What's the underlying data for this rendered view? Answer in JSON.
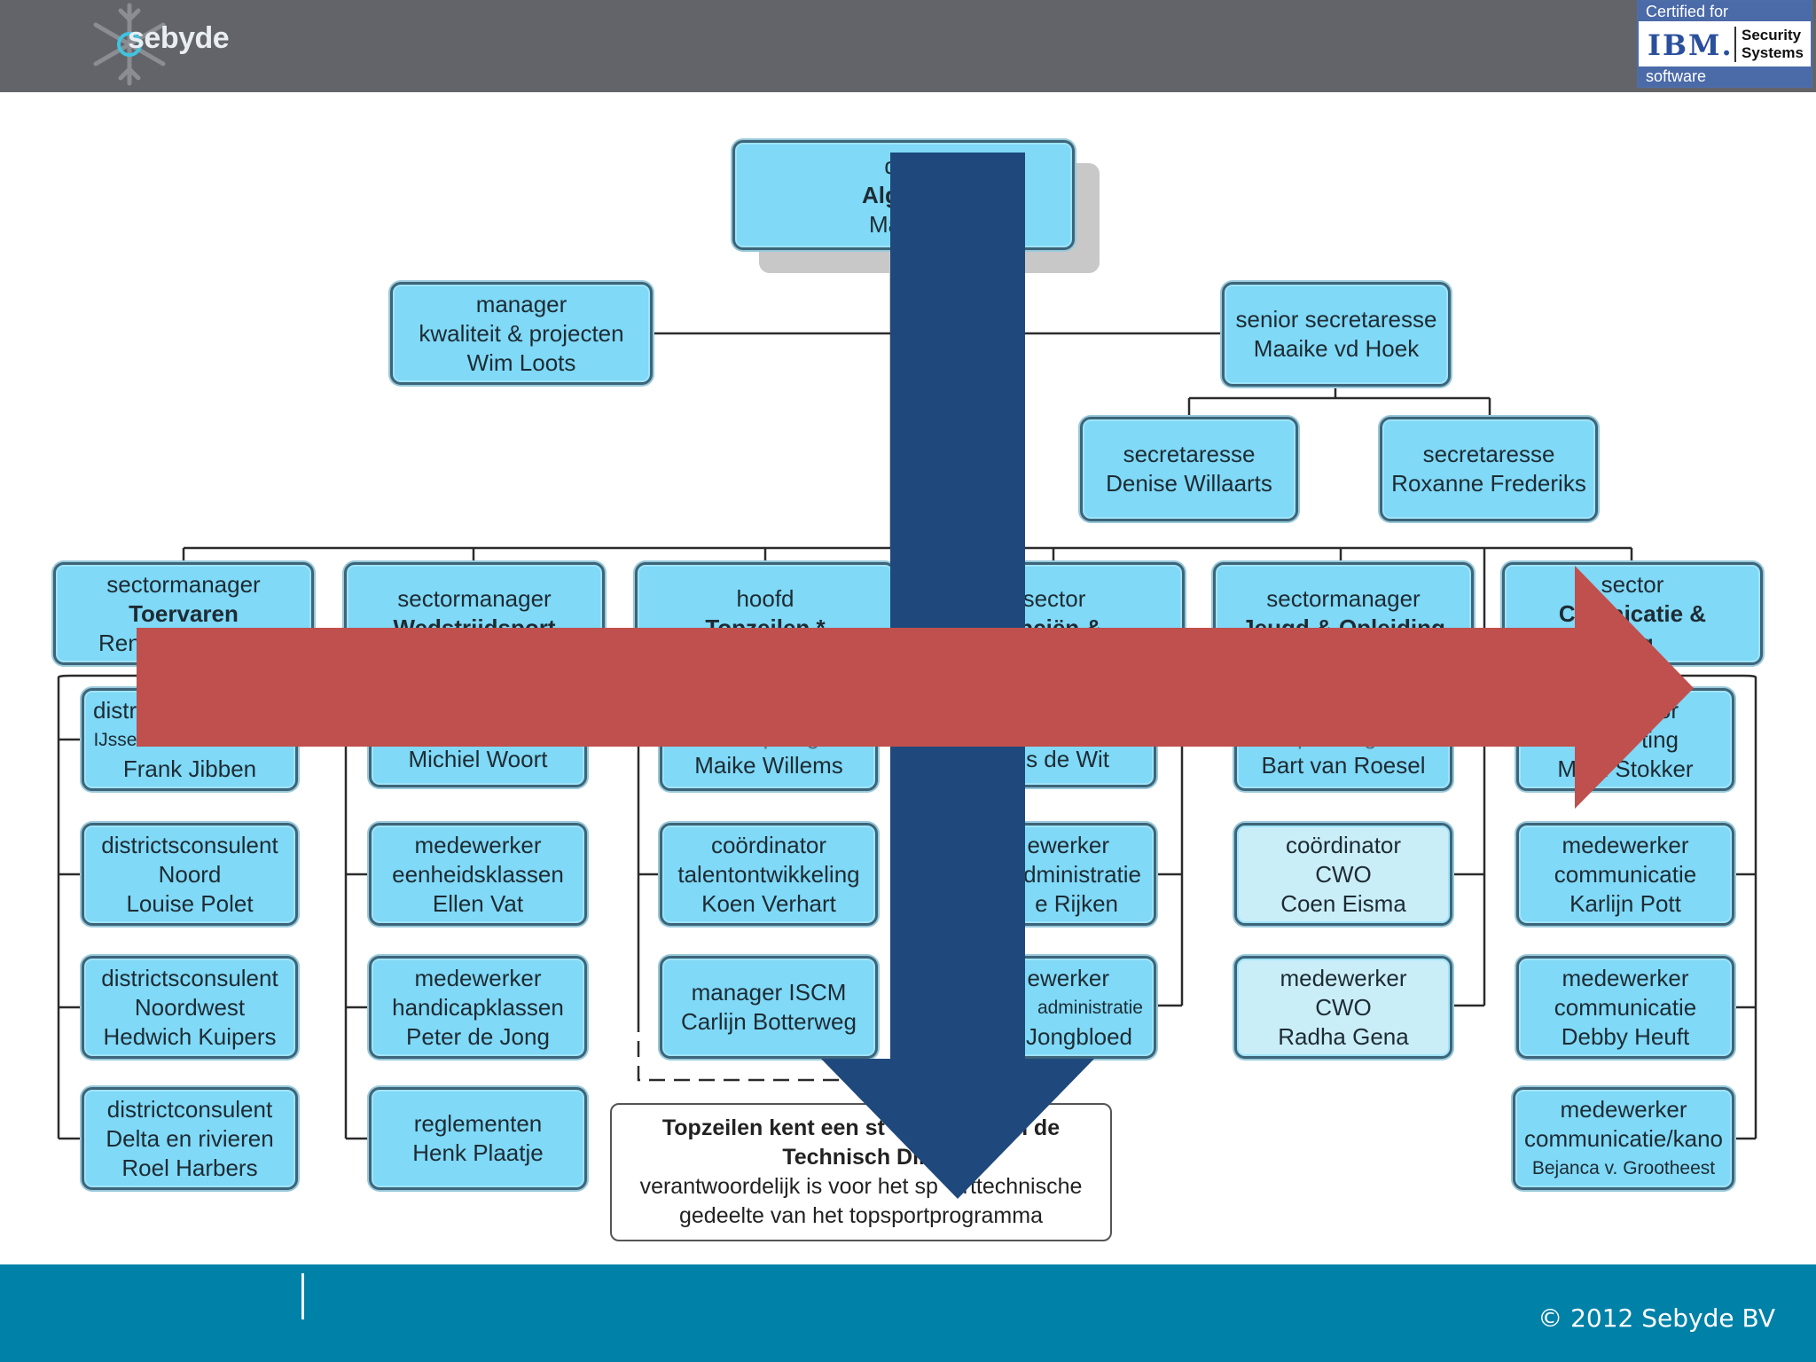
{
  "header": {
    "logo_text": "sebyde",
    "logo_icon": "snowflake-logo-icon",
    "badge": {
      "top_text": "Certified for",
      "logo_text": "IBM.",
      "product_line1": "Security",
      "product_line2": "Systems",
      "bottom_text": "software"
    }
  },
  "org": {
    "director": {
      "l1": "dire",
      "l2": "Algeme",
      "l3": "Mauric"
    },
    "quality": {
      "l1": "manager",
      "l2": "kwaliteit & projecten",
      "l3": "Wim Loots"
    },
    "senior_sec": {
      "l1": "senior secretaresse",
      "l2": "Maaike vd Hoek"
    },
    "sec1": {
      "l1": "secretaresse",
      "l2": "Denise Willaarts"
    },
    "sec2": {
      "l1": "secretaresse",
      "l2": "Roxanne Frederiks"
    },
    "sectors": [
      {
        "l1": "sectormanager",
        "l2": "Toervaren",
        "l3": "Ren"
      },
      {
        "l1": "sectormanager",
        "l2": "Wedstrijdsport",
        "l3": ""
      },
      {
        "l1": "hoofd",
        "l2": "Topzeilen *",
        "l3": ""
      },
      {
        "l1": "sector",
        "l2": "anciën &",
        "l3": ""
      },
      {
        "l1": "sectormanager",
        "l2": "Jeugd & Opleiding",
        "l3": ""
      },
      {
        "l1": "sector",
        "l2": "Co      unicatie &",
        "l3": "ting"
      }
    ],
    "col1": [
      {
        "l1": "distr",
        "l2": "IJsselmeer/Randmeren",
        "l3": "Frank Jibben"
      },
      {
        "l1": "districtsconsulent",
        "l2": "Noord",
        "l3": "Louise Polet"
      },
      {
        "l1": "districtsconsulent",
        "l2": "Noordwest",
        "l3": "Hedwich Kuipers"
      },
      {
        "l1": "districtconsulent",
        "l2": "Delta en rivieren",
        "l3": "Roel Harbers"
      }
    ],
    "col2": [
      {
        "l1": "Michiel Woort"
      },
      {
        "l1": "medewerker",
        "l2": "eenheidsklassen",
        "l3": "Ellen Vat"
      },
      {
        "l1": "medewerker",
        "l2": "handicapklassen",
        "l3": "Peter de Jong"
      },
      {
        "l1": "reglementen",
        "l2": "Henk Plaatje"
      }
    ],
    "col3": [
      {
        "l1": "kernploeg",
        "l2": "Maike Willems"
      },
      {
        "l1": "coördinator",
        "l2": "talentontwikkeling",
        "l3": "Koen Verhart"
      },
      {
        "l1": "manager ISCM",
        "l2": "Carlijn Botterweg"
      }
    ],
    "col4": [
      {
        "l1": "s de Wit"
      },
      {
        "l1": "ewerker",
        "l2": "dministratie",
        "l3": "e Rijken"
      },
      {
        "l1": "ewerker",
        "l2": "administratie",
        "l3": "Jongbloed"
      }
    ],
    "col5": [
      {
        "l1": "opleidingen",
        "l2": "Bart van Roesel"
      },
      {
        "l1": "coördinator",
        "l2": "CWO",
        "l3": "Coen Eisma"
      },
      {
        "l1": "medewerker",
        "l2": "CWO",
        "l3": "Radha Gena"
      }
    ],
    "col6": [
      {
        "l1": "or",
        "l2": "ting",
        "l3": "Ma    n Stokker"
      },
      {
        "l1": "medewerker",
        "l2": "communicatie",
        "l3": "Karlijn Pott"
      },
      {
        "l1": "medewerker",
        "l2": "communicatie",
        "l3": "Debby Heuft"
      },
      {
        "l1": "medewerker",
        "l2": "communicatie/kano",
        "l3": "Bejanca v. Grootheest"
      }
    ],
    "note": {
      "l1": "Topzeilen kent een st                    in de",
      "l2": "Technisch Dire",
      "l3": "verantwoordelijk is voor het sp    rttechnische",
      "l4": "gedeelte van het topsportprogramma"
    }
  },
  "overlay": {
    "vertical_arrow_color": "#1f497d",
    "horizontal_arrow_color": "#c0504d"
  },
  "footer": {
    "copyright": "©  2012 Sebyde BV"
  }
}
